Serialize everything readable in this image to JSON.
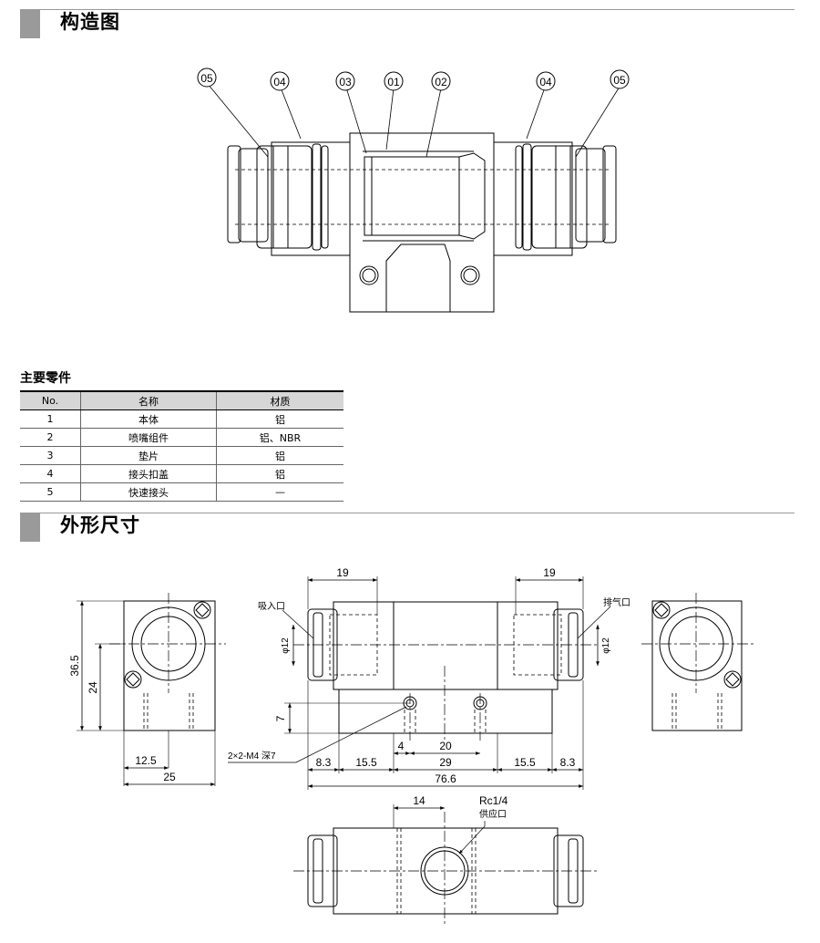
{
  "sections": {
    "structure_title": "构造图",
    "dimensions_title": "外形尺寸"
  },
  "structure_callouts": [
    "05",
    "04",
    "03",
    "01",
    "02",
    "04",
    "05"
  ],
  "parts": {
    "title": "主要零件",
    "headers": [
      "No.",
      "名称",
      "材质"
    ],
    "rows": [
      [
        "1",
        "本体",
        "铝"
      ],
      [
        "2",
        "喷嘴组件",
        "铝、NBR"
      ],
      [
        "3",
        "垫片",
        "铝"
      ],
      [
        "4",
        "接头扣盖",
        "铝"
      ],
      [
        "5",
        "快速接头",
        "—"
      ]
    ]
  },
  "dimensions": {
    "left_view": {
      "h_total": "36.5",
      "h_center": "24",
      "w_center": "12.5",
      "w_total": "25"
    },
    "front_view": {
      "top_left": "19",
      "top_right": "19",
      "suction_label": "吸入口",
      "exhaust_label": "排气口",
      "port_left": "φ12",
      "port_right": "φ12",
      "hole_height": "7",
      "hole_note": "2×2-M4 深7",
      "hole_offset": "4",
      "hole_pitch": "20",
      "bottom_dims": [
        "8.3",
        "15.5",
        "29",
        "15.5",
        "8.3"
      ],
      "overall": "76.6"
    },
    "bottom_view": {
      "offset": "14",
      "supply_thread": "Rc1/4",
      "supply_label": "供应口"
    }
  }
}
